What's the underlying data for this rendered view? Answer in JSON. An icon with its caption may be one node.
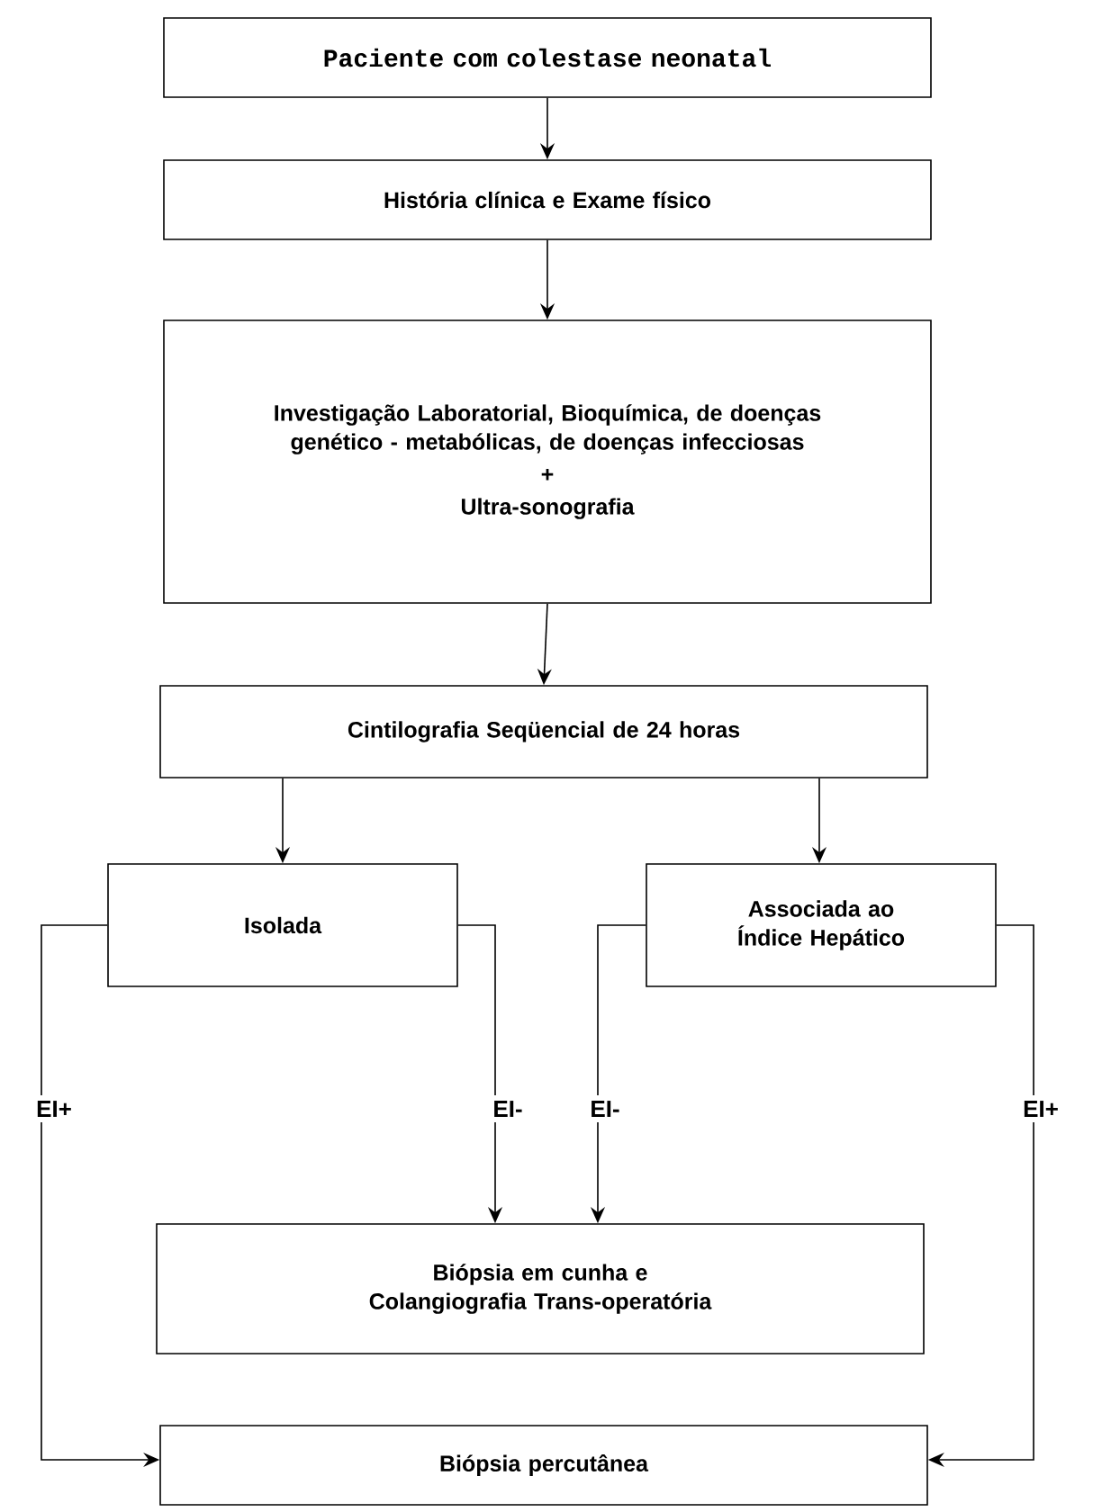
{
  "diagram": {
    "nodes": [
      {
        "text": [
          "Paciente com colestase neonatal"
        ]
      },
      {
        "text": [
          "História clínica e Exame físico"
        ]
      },
      {
        "text": [
          "Investigação Laboratorial, Bioquímica, de doenças genético - metabólicas, de doenças infecciosas",
          "+",
          "Ultra-sonografia"
        ]
      },
      {
        "text": [
          "Cintilografia Seqüencial de 24 horas"
        ]
      },
      {
        "text": [
          "Isolada"
        ]
      },
      {
        "text": [
          "Associada ao Índice Hepático"
        ]
      },
      {
        "text": [
          "Biópsia em cunha e Colangiografia Trans-operatória"
        ]
      },
      {
        "text": [
          "Biópsia percutânea"
        ]
      }
    ],
    "edges": [
      {
        "from": 0,
        "to": 1,
        "arrow": "to"
      },
      {
        "from": 1,
        "to": 2,
        "arrow": "to"
      },
      {
        "from": 2,
        "to": 3,
        "arrow": "to"
      },
      {
        "from": 3,
        "to": 4,
        "arrow": "to"
      },
      {
        "from": 3,
        "to": 5,
        "arrow": "to"
      },
      {
        "from": 4,
        "to": 7,
        "arrow": "to",
        "label": "EI+"
      },
      {
        "from": 4,
        "to": 6,
        "arrow": "to",
        "label": "EI-"
      },
      {
        "from": 5,
        "to": 6,
        "arrow": "to",
        "label": "EI-"
      },
      {
        "from": 5,
        "to": 7,
        "arrow": "to",
        "label": "EI+"
      }
    ]
  }
}
